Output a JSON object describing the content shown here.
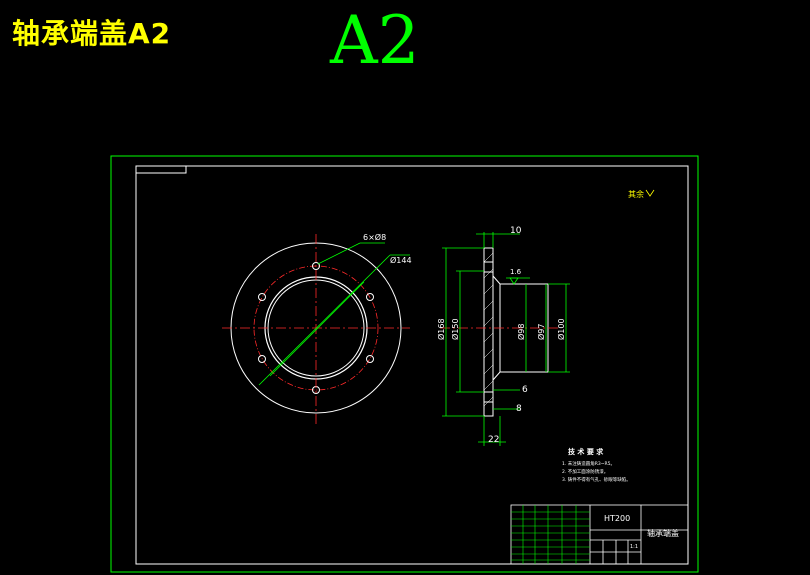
{
  "header": {
    "title_cn": "轴承端盖A2",
    "title_big": "A2"
  },
  "drawing": {
    "roughness_note": "其余",
    "dims": {
      "holes": "6×Ø8",
      "pcd": "Ø144",
      "flange_width": "10",
      "roughness_val": "1.6",
      "od": "Ø168",
      "d150": "Ø150",
      "d98": "Ø98",
      "d97": "Ø97",
      "d100": "Ø100",
      "step6": "6",
      "step8": "8",
      "total_len": "22"
    },
    "tech_req": {
      "title": "技 术 要 求",
      "lines": [
        "1. 未注铸造圆角R3~R5。",
        "2. 不加工面涂防锈漆。",
        "3. 铸件不得有气孔、砂眼等缺陷。"
      ]
    },
    "title_block": {
      "material": "HT200",
      "part_name": "轴承端盖",
      "scale": "1:1"
    }
  },
  "colors": {
    "frame": "#00ff00",
    "lines": "#ffffff",
    "center": "#ff2a2a",
    "dim": "#00ff00",
    "title_cn": "#ffff00"
  }
}
